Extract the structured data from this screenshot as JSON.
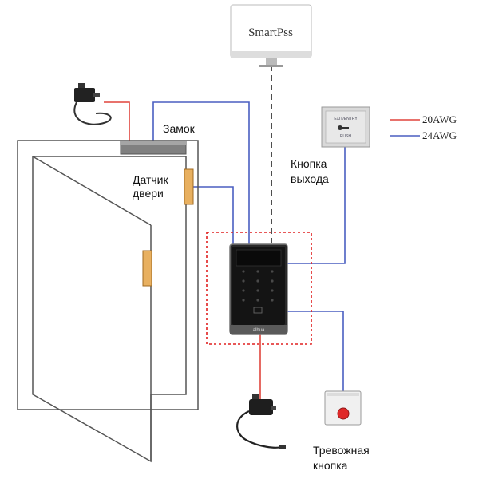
{
  "monitor": {
    "brand": "SmartPss"
  },
  "labels": {
    "lock": "Замок",
    "door_sensor_line1": "Датчик",
    "door_sensor_line2": "двери",
    "exit_button_line1": "Кнопка",
    "exit_button_line2": "выхода",
    "alarm_button_line1": "Тревожная",
    "alarm_button_line2": "кнопка"
  },
  "legend": [
    {
      "label": "20AWG",
      "color": "#e0443c"
    },
    {
      "label": "24AWG",
      "color": "#4a5fc1"
    }
  ],
  "exit_button_plate": {
    "line1": "EXIT/ENTRY",
    "line2": "PUSH"
  },
  "reader": {
    "brand": "alhua"
  },
  "colors": {
    "wire_20awg": "#e0443c",
    "wire_24awg": "#4a5fc1",
    "network": "#222222",
    "controller_frame": "#e02020",
    "door_frame": "#555555",
    "lock_body": "#777777",
    "sensor_body": "#e8b060"
  }
}
